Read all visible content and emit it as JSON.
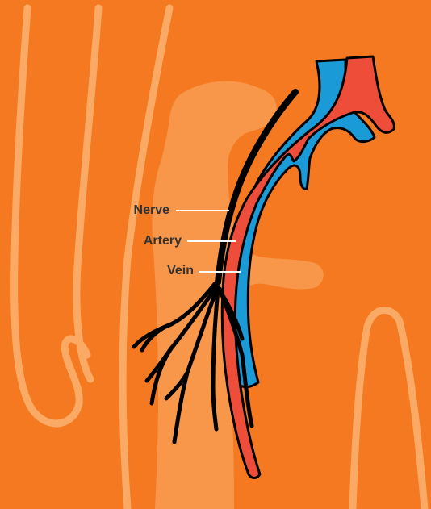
{
  "colors": {
    "background": "#f47920",
    "outline": "#fbaa66",
    "bone": "#f8964a",
    "nerve": "#000000",
    "artery": "#ee4d3a",
    "vein": "#1a9ad6",
    "label_text": "#333333",
    "leader_line": "#ffffff"
  },
  "labels": {
    "nerve": "Nerve",
    "artery": "Artery",
    "vein": "Vein"
  },
  "icons": {
    "body_outline": "arm-silhouette-icon",
    "bone": "humerus-bone-icon"
  }
}
